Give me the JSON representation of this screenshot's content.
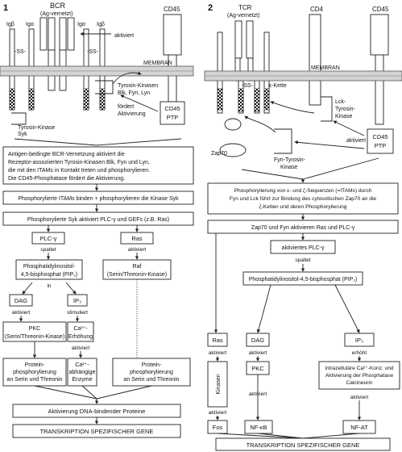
{
  "panel1": {
    "number": "1",
    "bcr": "BCR",
    "bcr_sub": "(Ag-vernetzt)",
    "ig": [
      "Igβ",
      "Igα",
      "Igα",
      "Igβ"
    ],
    "ss": "-SS-",
    "aktiviert": "aktiviert",
    "cd45": "CD45",
    "membran": "MEMBRAN",
    "tyrosin_kinasen": [
      "Tyrosin-Kinasen",
      "Blk, Fyn, Lyn"
    ],
    "foerdert": [
      "fördert",
      "Aktivierung"
    ],
    "cd45_ptp": [
      "CD45",
      "PTP"
    ],
    "syk": [
      "Tyrosin-Kinase",
      "Syk"
    ],
    "box1": [
      "Antigen-bedingte BCR-Vernetzung aktiviert die",
      "Rezeptor-assoziierten Tyrosin-Kinasen Blk, Fyn und Lyn,",
      "die mit den ITAMs in Kontakt treten und phosphorylieren.",
      "Die CD45-Phosphatase fördert die Aktivierung."
    ],
    "box2": "Phosphorylierte ITAMs binden + phosphorylieren die Kinase Syk",
    "box3": "Phosphorylierte Syk aktiviert PLC-γ und GEFs (z.B. Ras)",
    "plc": "PLC-γ",
    "ras": "Ras",
    "spaltet": "spaltet",
    "aktiviert2": "aktiviert",
    "pip2": [
      "Phosphatidylinositol-",
      "4,5-bisphosphat (PIP₂)"
    ],
    "raf": [
      "Raf",
      "(Serin/Threonin-Kinase)"
    ],
    "in": "in",
    "dag": "DAG",
    "ip3": "IP₃",
    "aktiviert3": "aktiviert",
    "stimuliert": "stimuliert",
    "pkc": [
      "PKC",
      "(Serin/Threonin-Kinase)"
    ],
    "ca_erh": [
      "Ca²⁺-",
      "Erhöhung"
    ],
    "aktiviert4": "aktiviert",
    "prot1": [
      "Protein-",
      "phosphorylierung",
      "an Serin und Threonin"
    ],
    "ca_enz": [
      "Ca²⁺-",
      "abhängige",
      "Enzyme"
    ],
    "prot2": [
      "Protein-",
      "phosphorylierung",
      "an Serin und Threonin"
    ],
    "box_dna": "Aktivierung DNA-bindender Proteine",
    "box_tr": "TRANSKRIPTION SPEZIFISCHER GENE"
  },
  "panel2": {
    "number": "2",
    "tcr": "TCR",
    "tcr_sub": "(Ag-vernetzt)",
    "cd4": "CD4",
    "cd45": "CD45",
    "membran": "MEMBRAN",
    "ss": "-SS-",
    "epsilon": "ε-Kette",
    "lck": [
      "Lck-",
      "Tyrosin-",
      "Kinase"
    ],
    "zap70": "Zap70",
    "fyn": [
      "Fyn-Tyrosin-",
      "Kinase"
    ],
    "aktiviert": "aktiviert",
    "cd45_ptp": [
      "CD45",
      "PTP"
    ],
    "box1": [
      "Phosphorylierung von ε- und ζ-Sequenzen (=ITAMs) durch",
      "Fyn und Lck führt zur Bindung des cytosolischen Zap70  an die",
      "ζ-Ketten und deren Phosphorylierung"
    ],
    "box2": "Zap70 und Fyn aktivieren Ras und PLC-γ",
    "plc": "aktiviertes PLC-γ",
    "spaltet": "spaltet",
    "pip2": "Phosphatidylinositol-4,5-bisphosphat (PIP₂)",
    "ras": "Ras",
    "dag": "DAG",
    "ip3": "IP₃",
    "aktiviert_ras": "aktiviert",
    "aktiviert_dag": "aktiviert",
    "erhoeht": "erhöht",
    "kinasen": "Kinasen",
    "pkc": "PKC",
    "ca": [
      "intrazelluläre Ca²⁺-Konz. und",
      "Aktivierung der Phosphatase",
      "Calcineurin"
    ],
    "aktiviert_k": "aktiviert",
    "aktiviert_pkc": "aktiviert",
    "aktiviert_ca": "aktiviert",
    "fos": "Fos",
    "nfkb": "NF-κB",
    "nfat": "NF-AT",
    "box_tr": "TRANSKRIPTION SPEZIFISCHER GENE"
  }
}
